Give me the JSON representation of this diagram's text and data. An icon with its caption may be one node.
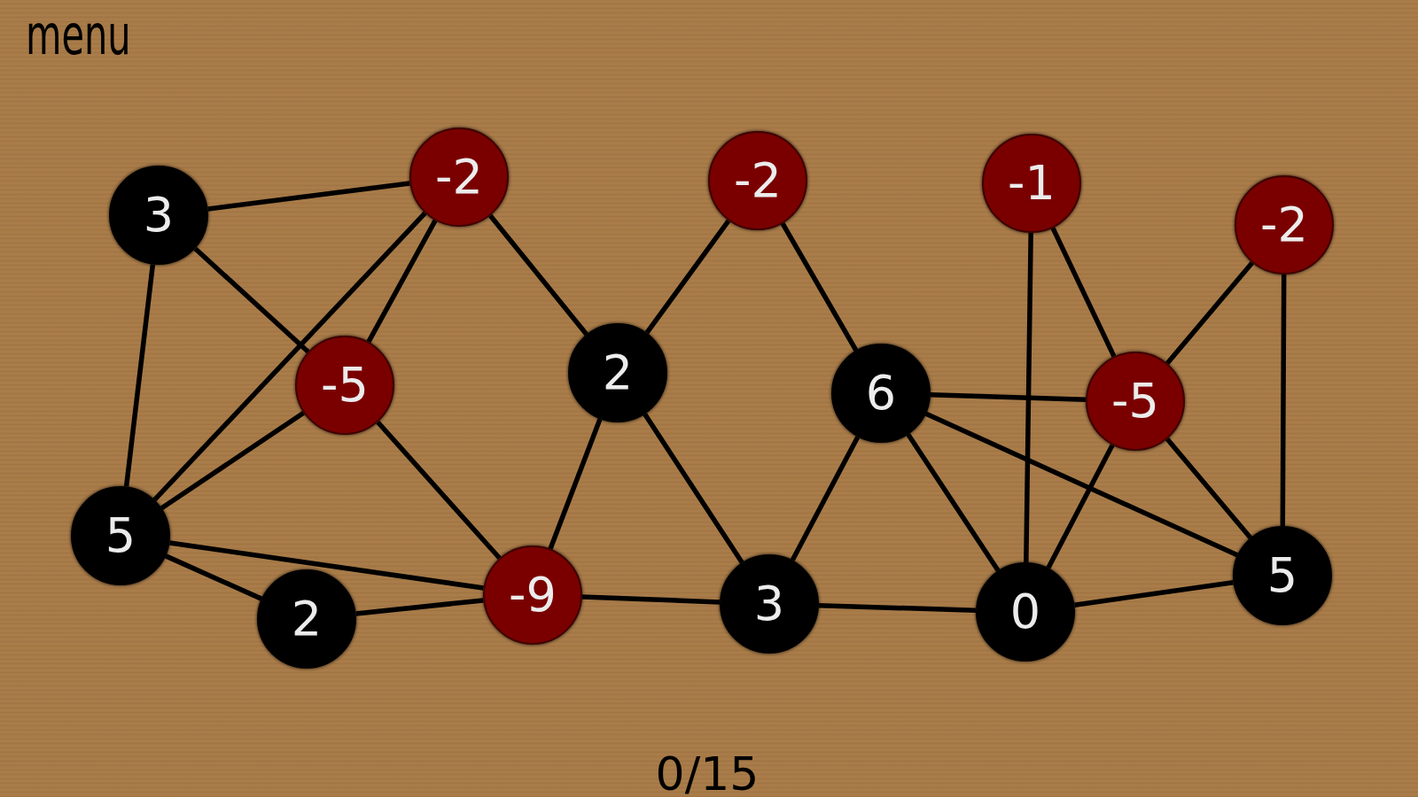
{
  "diagram": {
    "nodes": [
      {
        "text": [
          "3"
        ]
      },
      {
        "text": [
          "-2"
        ]
      },
      {
        "text": [
          "-2"
        ]
      },
      {
        "text": [
          "-1"
        ]
      },
      {
        "text": [
          "-2"
        ]
      },
      {
        "text": [
          "-5"
        ]
      },
      {
        "text": [
          "2"
        ]
      },
      {
        "text": [
          "6"
        ]
      },
      {
        "text": [
          "-5"
        ]
      },
      {
        "text": [
          "5"
        ]
      },
      {
        "text": [
          "2"
        ]
      },
      {
        "text": [
          "-9"
        ]
      },
      {
        "text": [
          "3"
        ]
      },
      {
        "text": [
          "0"
        ]
      },
      {
        "text": [
          "5"
        ]
      }
    ],
    "edges": [
      {
        "from": 0,
        "to": 1,
        "arrow": "none"
      },
      {
        "from": 0,
        "to": 5,
        "arrow": "none"
      },
      {
        "from": 0,
        "to": 9,
        "arrow": "none"
      },
      {
        "from": 1,
        "to": 5,
        "arrow": "none"
      },
      {
        "from": 1,
        "to": 9,
        "arrow": "none"
      },
      {
        "from": 1,
        "to": 6,
        "arrow": "none"
      },
      {
        "from": 2,
        "to": 6,
        "arrow": "none"
      },
      {
        "from": 2,
        "to": 7,
        "arrow": "none"
      },
      {
        "from": 3,
        "to": 13,
        "arrow": "none"
      },
      {
        "from": 3,
        "to": 8,
        "arrow": "none"
      },
      {
        "from": 4,
        "to": 8,
        "arrow": "none"
      },
      {
        "from": 4,
        "to": 14,
        "arrow": "none"
      },
      {
        "from": 5,
        "to": 9,
        "arrow": "none"
      },
      {
        "from": 5,
        "to": 11,
        "arrow": "none"
      },
      {
        "from": 6,
        "to": 11,
        "arrow": "none"
      },
      {
        "from": 6,
        "to": 12,
        "arrow": "none"
      },
      {
        "from": 7,
        "to": 12,
        "arrow": "none"
      },
      {
        "from": 7,
        "to": 8,
        "arrow": "none"
      },
      {
        "from": 7,
        "to": 13,
        "arrow": "none"
      },
      {
        "from": 7,
        "to": 14,
        "arrow": "none"
      },
      {
        "from": 8,
        "to": 13,
        "arrow": "none"
      },
      {
        "from": 8,
        "to": 14,
        "arrow": "none"
      },
      {
        "from": 9,
        "to": 10,
        "arrow": "none"
      },
      {
        "from": 9,
        "to": 11,
        "arrow": "none"
      },
      {
        "from": 10,
        "to": 11,
        "arrow": "none"
      },
      {
        "from": 11,
        "to": 12,
        "arrow": "none"
      },
      {
        "from": 12,
        "to": 13,
        "arrow": "none"
      },
      {
        "from": 13,
        "to": 14,
        "arrow": "none"
      }
    ],
    "labels": [
      "menu",
      "0/15"
    ]
  }
}
